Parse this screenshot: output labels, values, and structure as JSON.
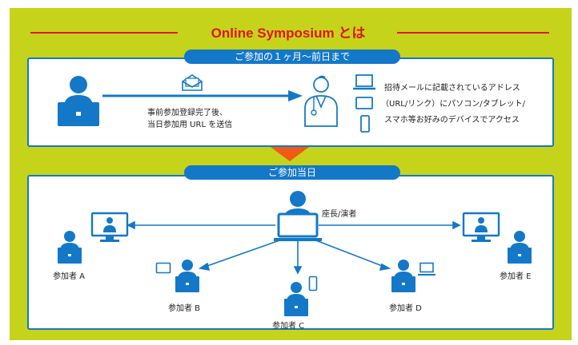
{
  "title": "Online Symposium とは",
  "section1": {
    "label": "ご参加の１ヶ月～前日まで",
    "registration_line1": "事前参加登録完了後、",
    "registration_line2": "当日参加用 URL を送信",
    "access_line1": "招待メールに記載されているアドレス",
    "access_line2": "（URL/リンク）にパソコン/タブレット/",
    "access_line3": "スマホ等お好みのデバイスでアクセス"
  },
  "section2": {
    "label": "ご参加当日",
    "host_label": "座長/演者",
    "participants": {
      "a": "参加者 A",
      "b": "参加者 B",
      "c": "参加者 C",
      "d": "参加者 D",
      "e": "参加者 E"
    }
  },
  "colors": {
    "background": "#c5d41a",
    "accent_red": "#e0161d",
    "blue": "#1478c8",
    "orange": "#f05a16"
  }
}
